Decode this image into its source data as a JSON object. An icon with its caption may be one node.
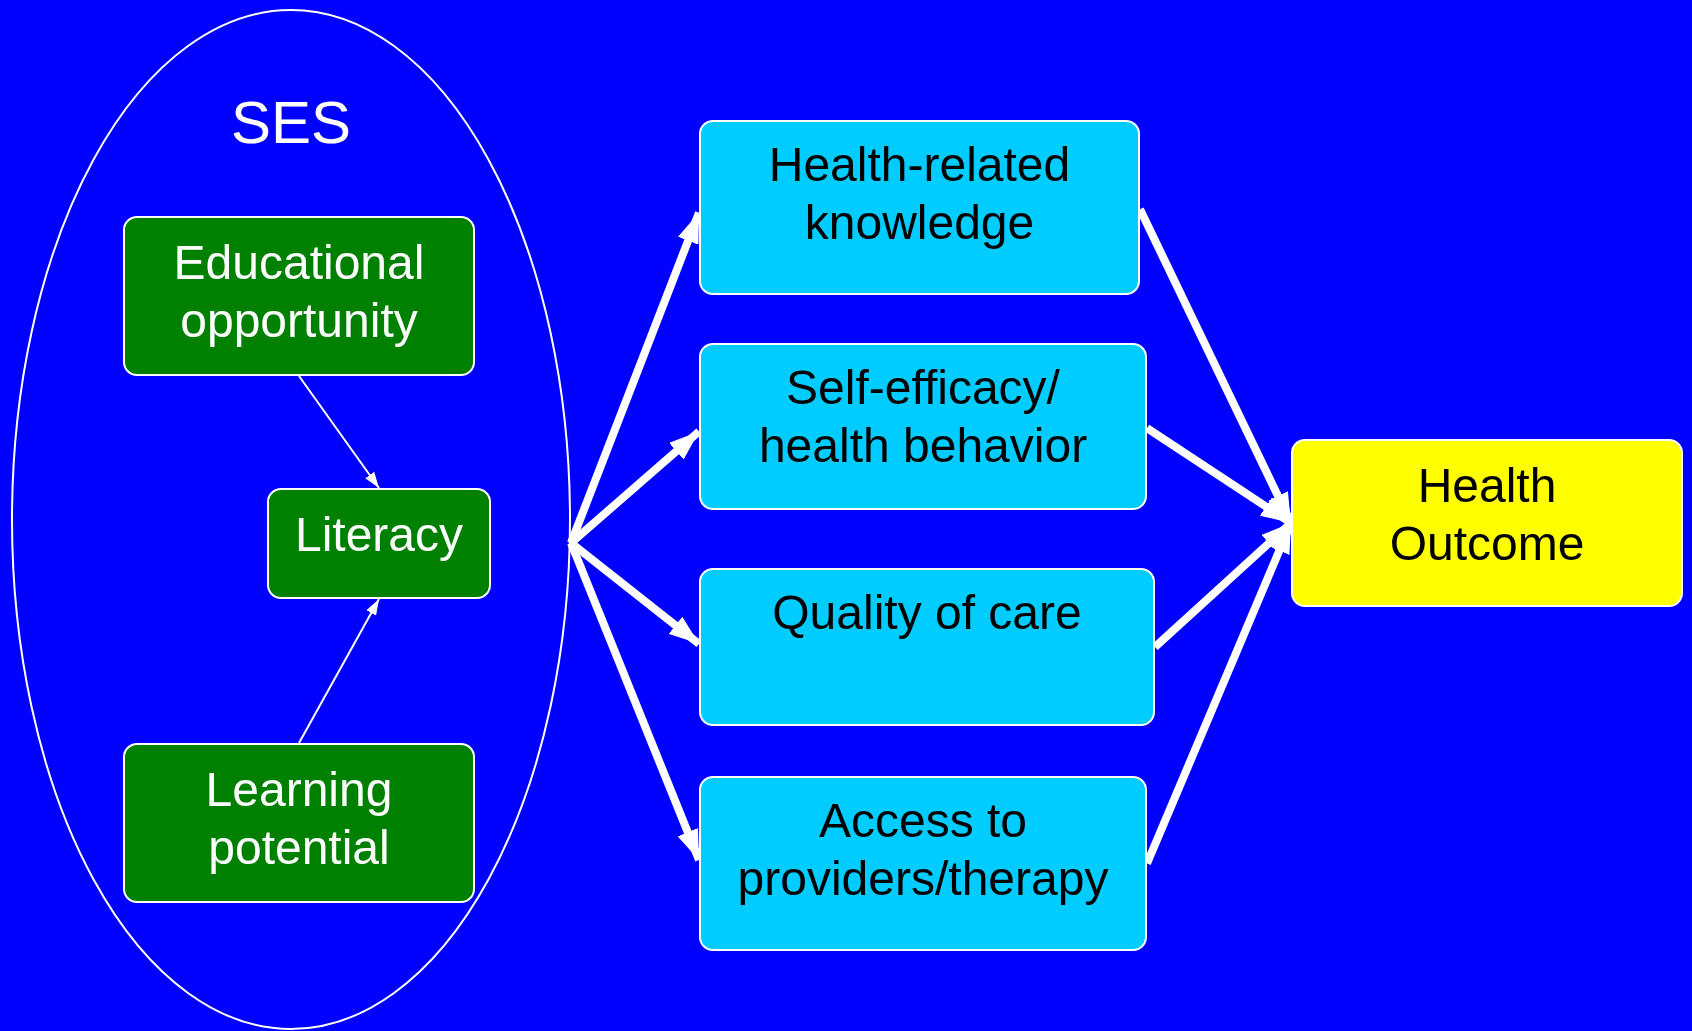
{
  "diagram": {
    "nodes": [
      {
        "text": [
          "SES"
        ]
      },
      {
        "text": [
          "Educational opportunity"
        ],
        "in": 0
      },
      {
        "text": [
          "Literacy"
        ],
        "in": 0
      },
      {
        "text": [
          "Learning potential"
        ],
        "in": 0
      },
      {
        "text": [
          "Health-related knowledge"
        ]
      },
      {
        "text": [
          "Self-efficacy/ health behavior"
        ]
      },
      {
        "text": [
          "Quality of care"
        ]
      },
      {
        "text": [
          "Access to providers/therapy"
        ]
      },
      {
        "text": [
          "Health Outcome"
        ]
      }
    ],
    "edges": [
      {
        "from": 1,
        "to": 2,
        "arrow": "to"
      },
      {
        "from": 3,
        "to": 2,
        "arrow": "to"
      },
      {
        "from": 0,
        "to": 4,
        "arrow": "to"
      },
      {
        "from": 0,
        "to": 5,
        "arrow": "to"
      },
      {
        "from": 0,
        "to": 6,
        "arrow": "to"
      },
      {
        "from": 0,
        "to": 7,
        "arrow": "to"
      },
      {
        "from": 4,
        "to": 8,
        "arrow": "to"
      },
      {
        "from": 5,
        "to": 8,
        "arrow": "to"
      },
      {
        "from": 6,
        "to": 8,
        "arrow": "to"
      },
      {
        "from": 7,
        "to": 8,
        "arrow": "to"
      }
    ]
  }
}
